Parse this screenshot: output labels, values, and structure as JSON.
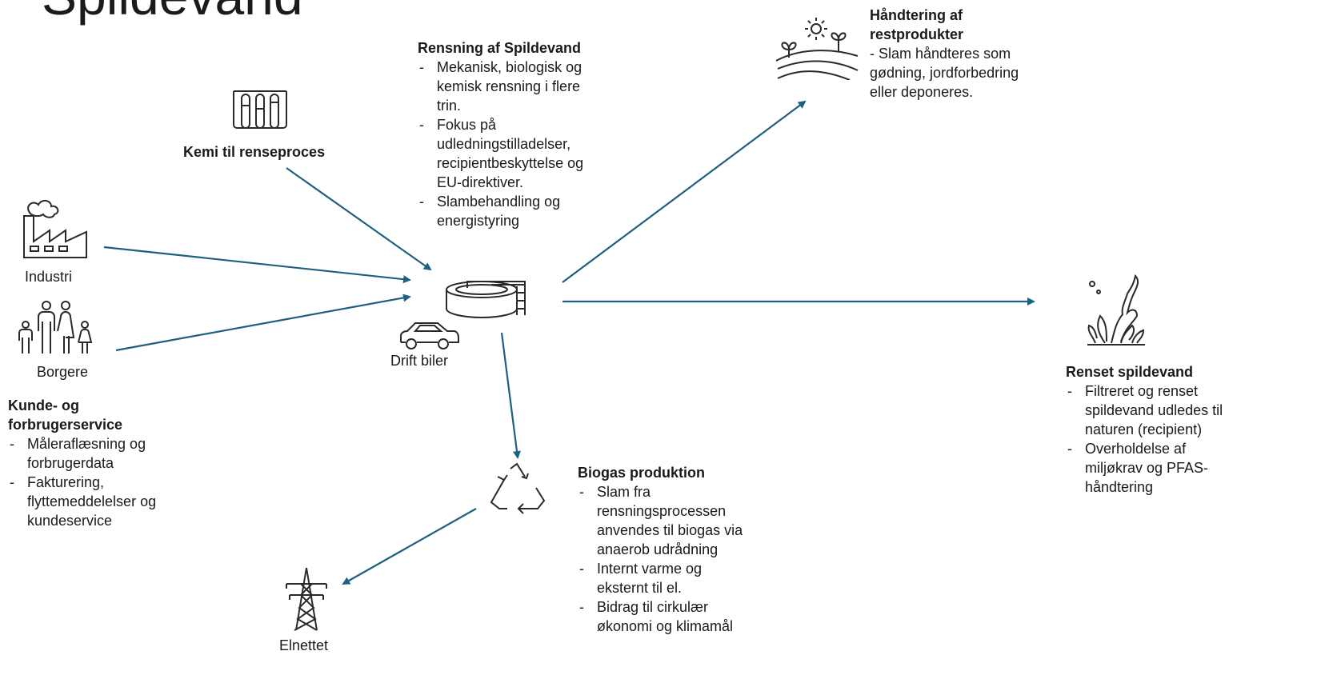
{
  "title": "Spildevand",
  "nodes": {
    "industri": {
      "label": "Industri"
    },
    "borgere": {
      "label": "Borgere"
    },
    "kemi": {
      "label": "Kemi til renseproces"
    },
    "drift_biler": {
      "label": "Drift biler"
    },
    "elnettet": {
      "label": "Elnettet"
    }
  },
  "sections": {
    "rensning": {
      "heading": "Rensning af Spildevand",
      "items": [
        "Mekanisk, biologisk og\nkemisk rensning i flere\ntrin.",
        "Fokus på\nudledningstilladelser,\nrecipientbeskyttelse og\nEU-direktiver.",
        "Slambehandling og\nenergistyring"
      ]
    },
    "restprodukter": {
      "heading_lines": [
        "Håndtering af",
        "restprodukter"
      ],
      "text": "- Slam håndteres som\ngødning, jordforbedring\neller deponeres."
    },
    "renset": {
      "heading": "Renset spildevand",
      "items": [
        "Filtreret og renset\nspildevand udledes til\nnaturen (recipient)",
        "Overholdelse af\nmiljøkrav og PFAS-\nhåndtering"
      ]
    },
    "kunde": {
      "heading_lines": [
        "Kunde- og",
        "forbrugerservice"
      ],
      "items": [
        "Måleraflæsning og\nforbrugerdata",
        "Fakturering,\nflyttemeddelelser og\nkundeservice"
      ]
    },
    "biogas": {
      "heading": "Biogas produktion",
      "items": [
        "Slam fra\nrensningsprocessen\nanvendes til biogas via\nanaerob udrådning",
        "Internt varme og\neksternt til el.",
        "Bidrag til cirkulær\nøkonomi og klimamål"
      ]
    }
  },
  "icons": [
    "factory-icon",
    "family-icon",
    "test-tubes-icon",
    "treatment-tank-icon",
    "car-icon",
    "farmland-icon",
    "seaweed-icon",
    "recycle-icon",
    "power-pylon-icon"
  ],
  "colors": {
    "arrow": "#1f5f7f",
    "text": "#1a1a1a",
    "icon": "#2a2a2a"
  }
}
